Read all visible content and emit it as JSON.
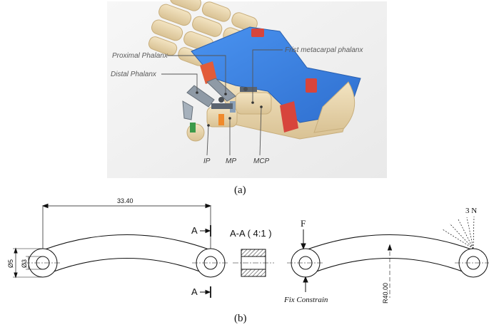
{
  "panel_a": {
    "labels": {
      "proximal": "Proximal Phalanx",
      "distal": "Distal Phalanx",
      "first_metacarpal": "Frist  metacarpal phalanx",
      "ip": "IP",
      "mp": "MP",
      "mcp": "MCP"
    },
    "caption": "(a)"
  },
  "panel_b": {
    "dimension_length": "33.40",
    "dia_outer": "Ø5",
    "dia_inner": "Ø3",
    "section_marker_top": "A",
    "section_marker_bottom": "A",
    "section_title": "A-A ( 4:1 )",
    "force_label": "F",
    "load_label": "3 N",
    "radius_label": "R40.00",
    "constraint_label": "Fix Constrain",
    "caption": "(b)"
  },
  "colors": {
    "metacarpal_blue": "#3f87e6",
    "wood": "#ecd9b0",
    "strap_red": "#d7453c"
  }
}
